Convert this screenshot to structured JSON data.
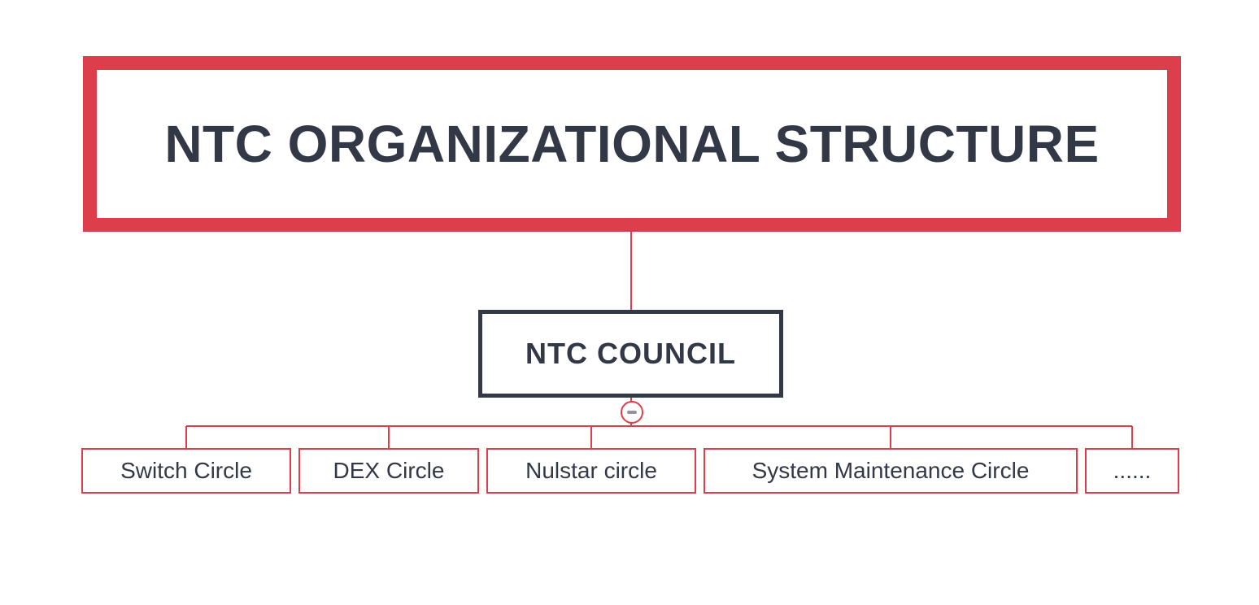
{
  "root": {
    "title": "NTC ORGANIZATIONAL STRUCTURE"
  },
  "council": {
    "title": "NTC COUNCIL",
    "toggle_icon": "collapse-minus-icon"
  },
  "children": [
    {
      "label": "Switch Circle"
    },
    {
      "label": "DEX Circle"
    },
    {
      "label": "Nulstar circle"
    },
    {
      "label": "System Maintenance Circle"
    },
    {
      "label": "......"
    }
  ],
  "colors": {
    "accent": "#dc3f4b",
    "text": "#333847",
    "toggle_icon": "#8f93a3",
    "background": "#ffffff"
  }
}
